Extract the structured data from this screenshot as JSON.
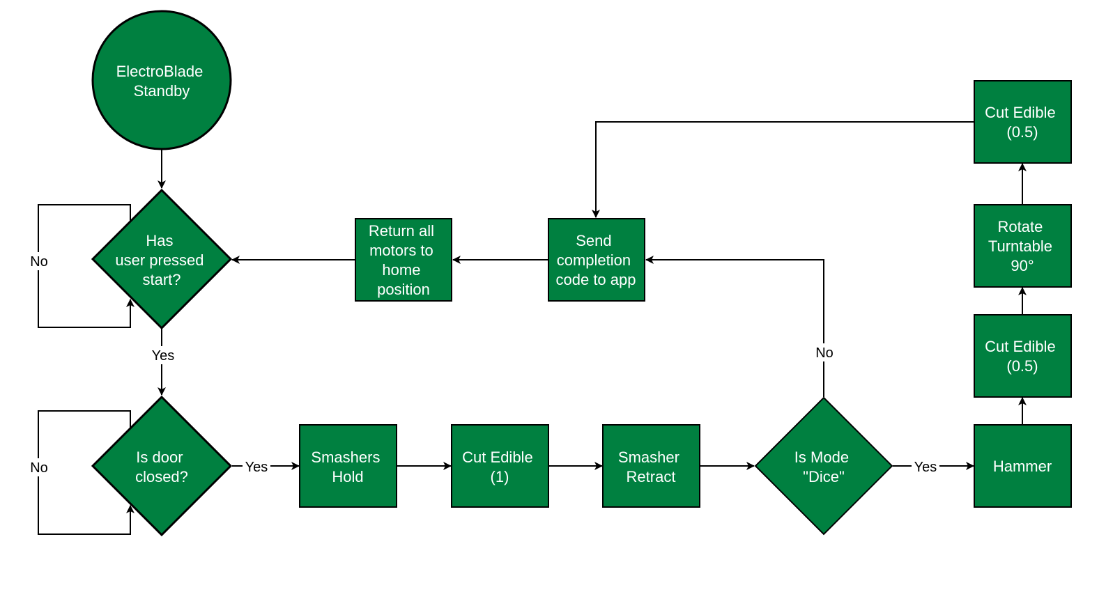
{
  "colors": {
    "node_fill": "#008040",
    "node_stroke": "#000000",
    "node_text": "#ffffff",
    "edge": "#000000"
  },
  "nodes": {
    "standby": [
      "ElectroBlade",
      "Standby"
    ],
    "start_check": [
      "Has",
      "user pressed",
      "start?"
    ],
    "door_check": [
      "Is door",
      "closed?"
    ],
    "smashers_hold": [
      "Smashers",
      "Hold"
    ],
    "cut_1": [
      "Cut Edible",
      "(1)"
    ],
    "smasher_retract": [
      "Smasher",
      "Retract"
    ],
    "mode_check": [
      "Is Mode",
      "\"Dice\""
    ],
    "hammer": [
      "Hammer"
    ],
    "cut_half_a": [
      "Cut Edible",
      "(0.5)"
    ],
    "rotate": [
      "Rotate",
      "Turntable",
      "90°"
    ],
    "cut_half_b": [
      "Cut Edible",
      "(0.5)"
    ],
    "send_completion": [
      "Send",
      "completion",
      "code to app"
    ],
    "return_home": [
      "Return all",
      "motors to",
      "home",
      "position"
    ]
  },
  "edge_labels": {
    "start_no": "No",
    "start_yes": "Yes",
    "door_no": "No",
    "door_yes": "Yes",
    "mode_yes": "Yes",
    "mode_no": "No"
  }
}
